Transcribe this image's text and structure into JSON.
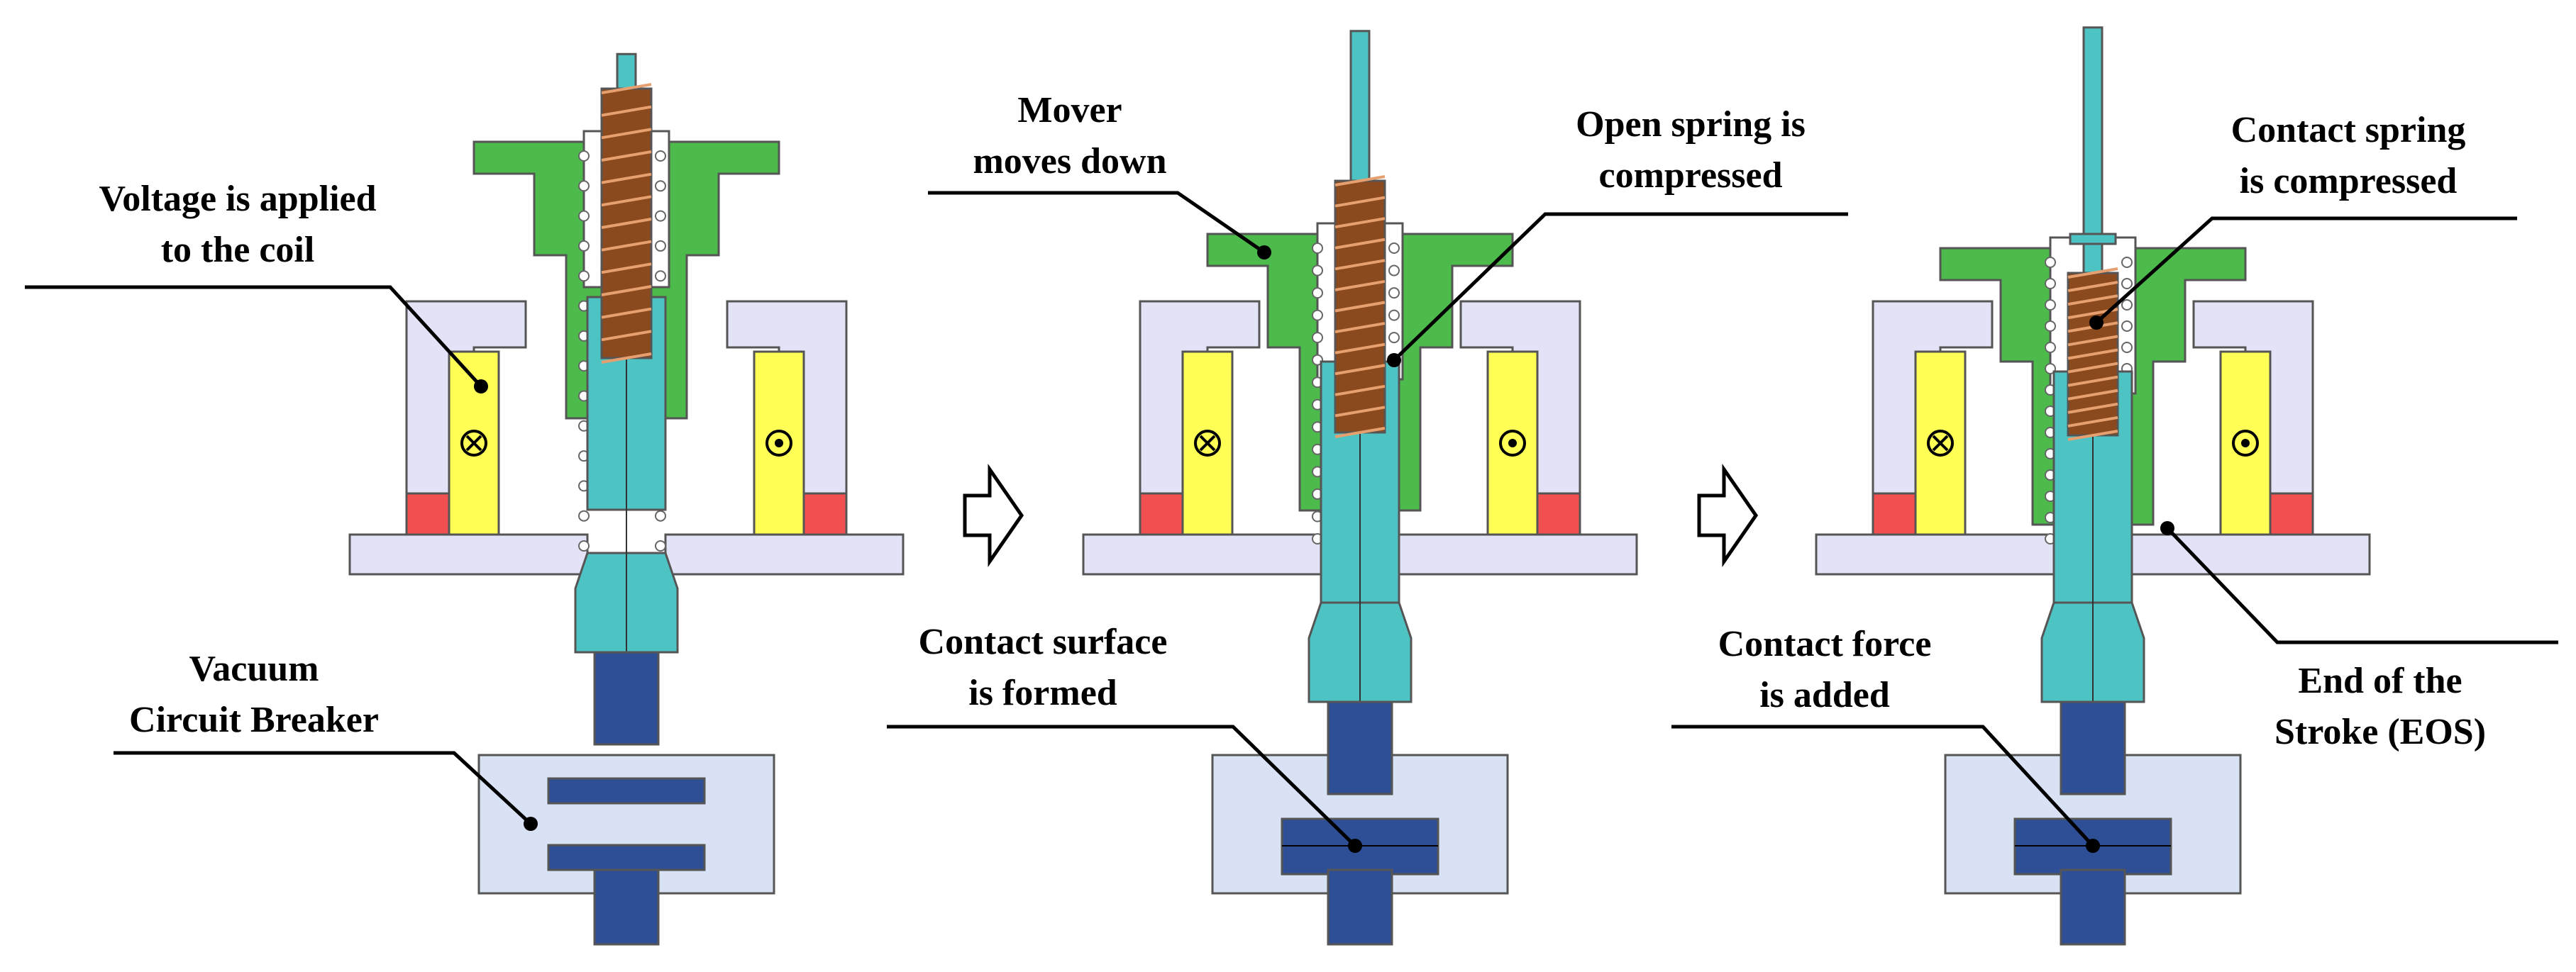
{
  "panels": [
    {
      "id": "stage-1",
      "labels": [
        {
          "name": "coil-voltage-label",
          "lines": [
            "Voltage is applied",
            "to the coil"
          ]
        },
        {
          "name": "vacuum-circuit-breaker-label",
          "lines": [
            "Vacuum",
            "Circuit Breaker"
          ]
        }
      ]
    },
    {
      "id": "stage-2",
      "labels": [
        {
          "name": "mover-moves-down-label",
          "lines": [
            "Mover",
            "moves down"
          ]
        },
        {
          "name": "open-spring-compressed-label",
          "lines": [
            "Open spring is",
            "compressed"
          ]
        },
        {
          "name": "contact-surface-formed-label",
          "lines": [
            "Contact surface",
            "is formed"
          ]
        }
      ]
    },
    {
      "id": "stage-3",
      "labels": [
        {
          "name": "contact-spring-compressed-label",
          "lines": [
            "Contact spring",
            "is compressed"
          ]
        },
        {
          "name": "contact-force-added-label",
          "lines": [
            "Contact force",
            "is added"
          ]
        },
        {
          "name": "end-of-stroke-label",
          "lines": [
            "End of the",
            "Stroke (EOS)"
          ]
        }
      ]
    }
  ],
  "arrows": [
    "right-arrow-icon",
    "right-arrow-icon"
  ],
  "colors": {
    "housing": "#e3e3f7",
    "mover": "#4cbb4c",
    "coil": "#ffff55",
    "magnet": "#f25050",
    "shaft": "#4ec3c3",
    "spring": "#8b4a1e",
    "contact": "#2e4e96",
    "interrupter": "#d8e2f4"
  }
}
